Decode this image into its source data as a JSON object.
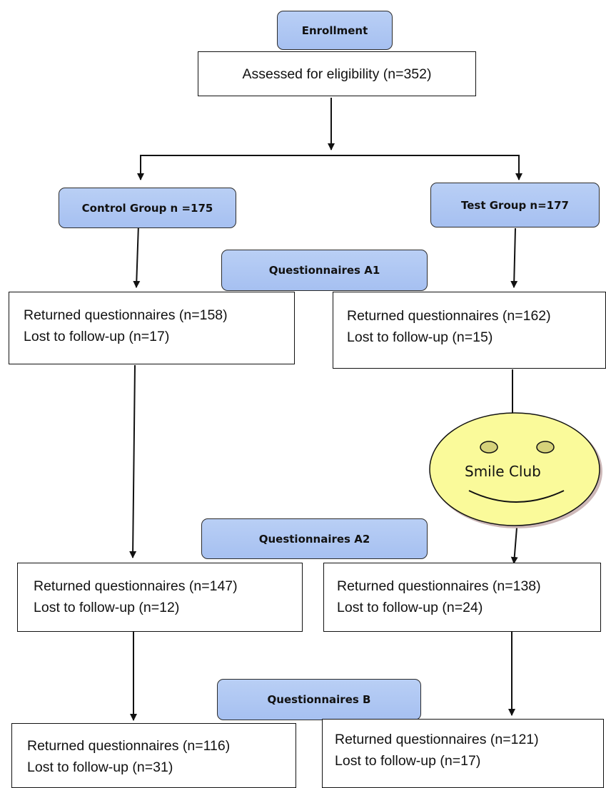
{
  "enrollment": {
    "label": "Enrollment",
    "assessed": "Assessed for eligibility (n=352)"
  },
  "groups": {
    "control": "Control Group n =175",
    "test": "Test Group n=177"
  },
  "stages": {
    "a1": "Questionnaires A1",
    "a2": "Questionnaires A2",
    "b": "Questionnaires B"
  },
  "results": {
    "control_a1": {
      "returned": "Returned questionnaires (n=158)",
      "lost": "Lost to follow-up (n=17)"
    },
    "test_a1": {
      "returned": "Returned questionnaires (n=162)",
      "lost": "Lost to follow-up (n=15)"
    },
    "control_a2": {
      "returned": "Returned questionnaires (n=147)",
      "lost": "Lost to follow-up (n=12)"
    },
    "test_a2": {
      "returned": "Returned questionnaires (n=138)",
      "lost": "Lost to follow-up (n=24)"
    },
    "control_b": {
      "returned": "Returned questionnaires (n=116)",
      "lost": "Lost to follow-up (n=31)"
    },
    "test_b": {
      "returned": "Returned questionnaires (n=121)",
      "lost": "Lost to follow-up (n=17)"
    }
  },
  "smile_club": {
    "label": "Smile Club",
    "face_color": "#fafa9a",
    "eye_color": "#d6d27a"
  },
  "colors": {
    "label_fill": "#a9c3f3",
    "stroke": "#111111"
  }
}
